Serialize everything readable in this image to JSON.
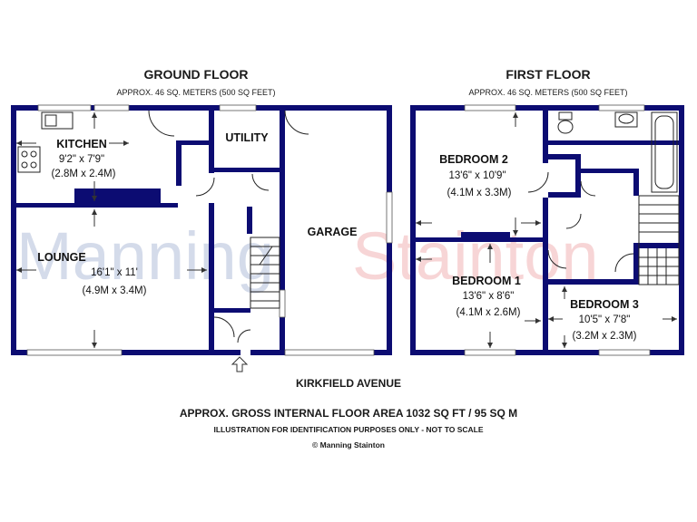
{
  "headings": {
    "ground_floor": "GROUND FLOOR",
    "ground_area": "APPROX. 46 SQ. METERS (500 SQ FEET)",
    "first_floor": "FIRST FLOOR",
    "first_area": "APPROX. 46 SQ. METERS (500 SQ FEET)"
  },
  "rooms": {
    "kitchen": {
      "name": "KITCHEN",
      "imperial": "9'2\" x 7'9\"",
      "metric": "(2.8M x 2.4M)"
    },
    "utility": {
      "name": "UTILITY"
    },
    "lounge": {
      "name": "LOUNGE",
      "imperial": "16'1\" x 11'",
      "metric": "(4.9M x 3.4M)"
    },
    "garage": {
      "name": "GARAGE"
    },
    "bedroom2": {
      "name": "BEDROOM 2",
      "imperial": "13'6\" x 10'9\"",
      "metric": "(4.1M x 3.3M)"
    },
    "bedroom1": {
      "name": "BEDROOM 1",
      "imperial": "13'6\" x 8'6\"",
      "metric": "(4.1M x 2.6M)"
    },
    "bedroom3": {
      "name": "BEDROOM 3",
      "imperial": "10'5\" x 7'8\"",
      "metric": "(3.2M x 2.3M)"
    }
  },
  "street": "KIRKFIELD AVENUE",
  "footer": {
    "gross_area": "APPROX. GROSS INTERNAL FLOOR AREA 1032 SQ FT / 95 SQ M",
    "disclaimer": "ILLUSTRATION FOR IDENTIFICATION PURPOSES ONLY - NOT TO SCALE",
    "copyright": "© Manning Stainton"
  },
  "watermark": {
    "word1": "Manning",
    "word2": "Stainton",
    "color1": "#2f4f9a",
    "color2": "#d9343a"
  },
  "colors": {
    "walls": "#0c0c72"
  },
  "icons": {
    "entrance": "up-arrow-icon"
  }
}
